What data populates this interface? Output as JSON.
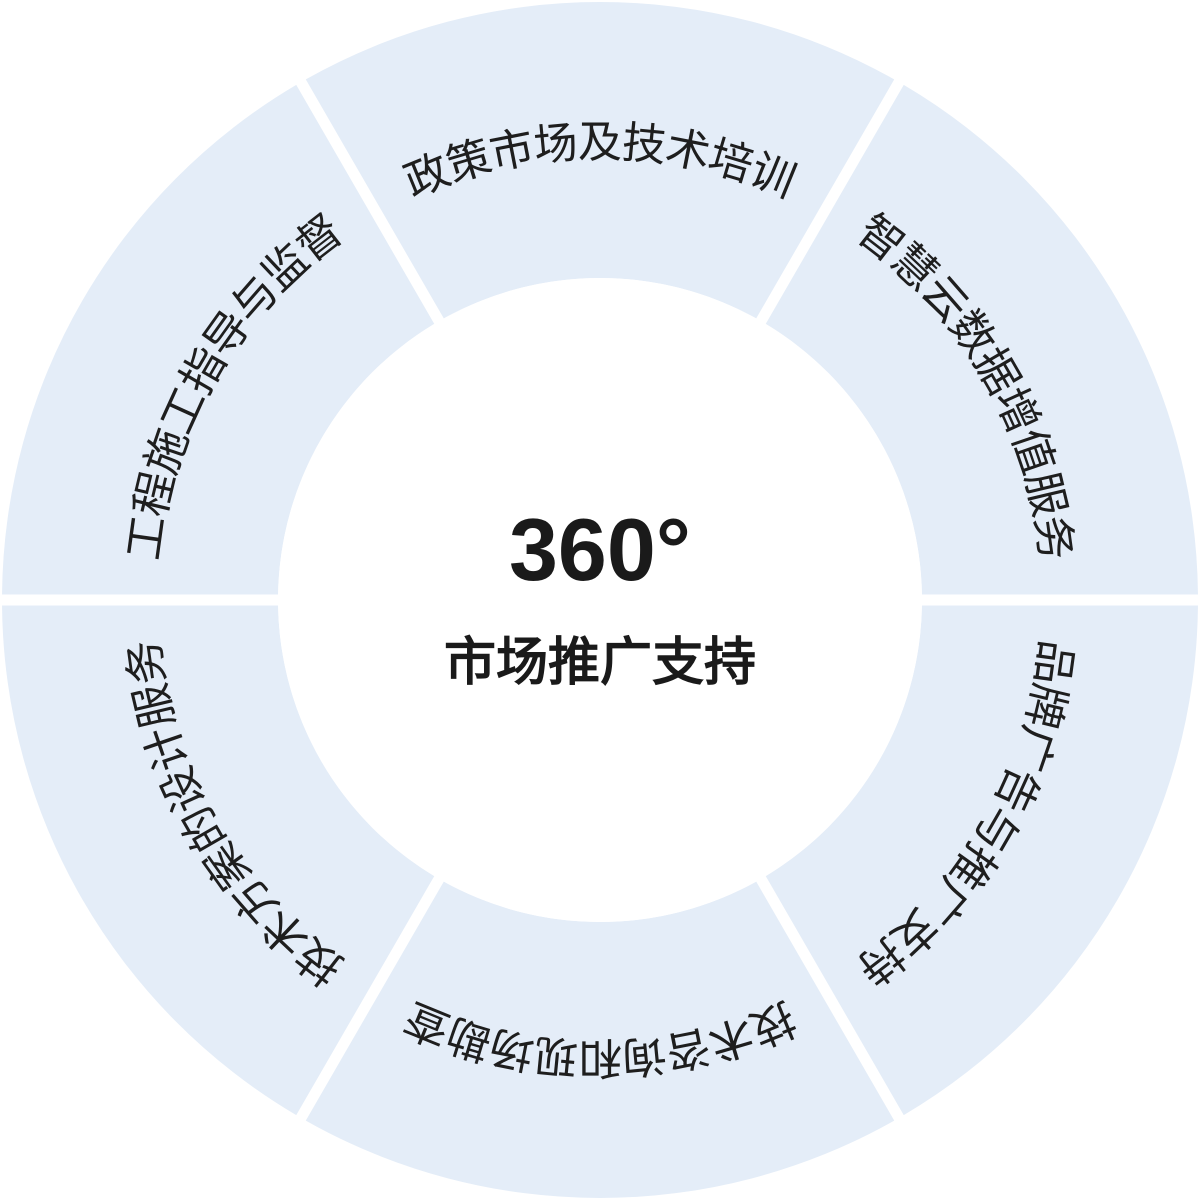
{
  "center": {
    "title": "360°",
    "subtitle": "市场推广支持"
  },
  "segments": [
    {
      "label": "政策市场及技术培训"
    },
    {
      "label": "智慧云数据增值服务"
    },
    {
      "label": "品牌广告与推广支持"
    },
    {
      "label": "技术咨询和现场勘查"
    },
    {
      "label": "技术方案的设计服务"
    },
    {
      "label": "工程施工指导与监督"
    }
  ],
  "colors": {
    "segment_fill": "#e4edf8",
    "center_fill": "#ffffff",
    "text": "#1e1e1e"
  }
}
